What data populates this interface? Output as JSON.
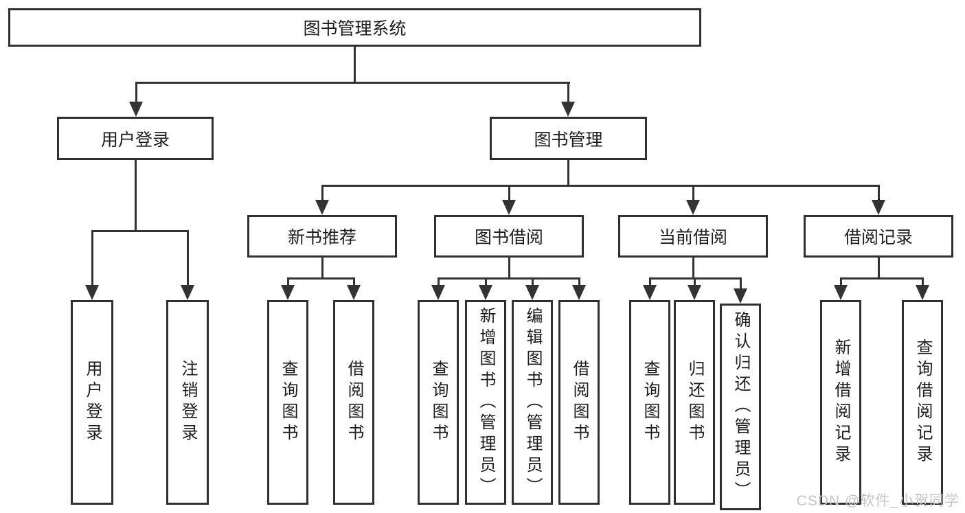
{
  "tree": {
    "root": {
      "label": "图书管理系统"
    },
    "branches": [
      {
        "label": "用户登录",
        "leaves": [
          {
            "label": "用户登录"
          },
          {
            "label": "注销登录"
          }
        ]
      },
      {
        "label": "图书管理",
        "groups": [
          {
            "label": "新书推荐",
            "leaves": [
              {
                "label": "查询图书"
              },
              {
                "label": "借阅图书"
              }
            ]
          },
          {
            "label": "图书借阅",
            "leaves": [
              {
                "label": "查询图书"
              },
              {
                "label": "新增图书（管理员）"
              },
              {
                "label": "编辑图书（管理员）"
              },
              {
                "label": "借阅图书"
              }
            ]
          },
          {
            "label": "当前借阅",
            "leaves": [
              {
                "label": "查询图书"
              },
              {
                "label": "归还图书"
              },
              {
                "label": "确认归还（管理员）"
              }
            ]
          },
          {
            "label": "借阅记录",
            "leaves": [
              {
                "label": "新增借阅记录"
              },
              {
                "label": "查询借阅记录"
              }
            ]
          }
        ]
      }
    ]
  },
  "watermark": {
    "text": "CSDN @软件_小贺同学"
  },
  "colors": {
    "line": "#333333",
    "box_border": "#303030",
    "text": "#1c1c1c",
    "watermark": "#c5c5c5",
    "background": "#ffffff"
  }
}
